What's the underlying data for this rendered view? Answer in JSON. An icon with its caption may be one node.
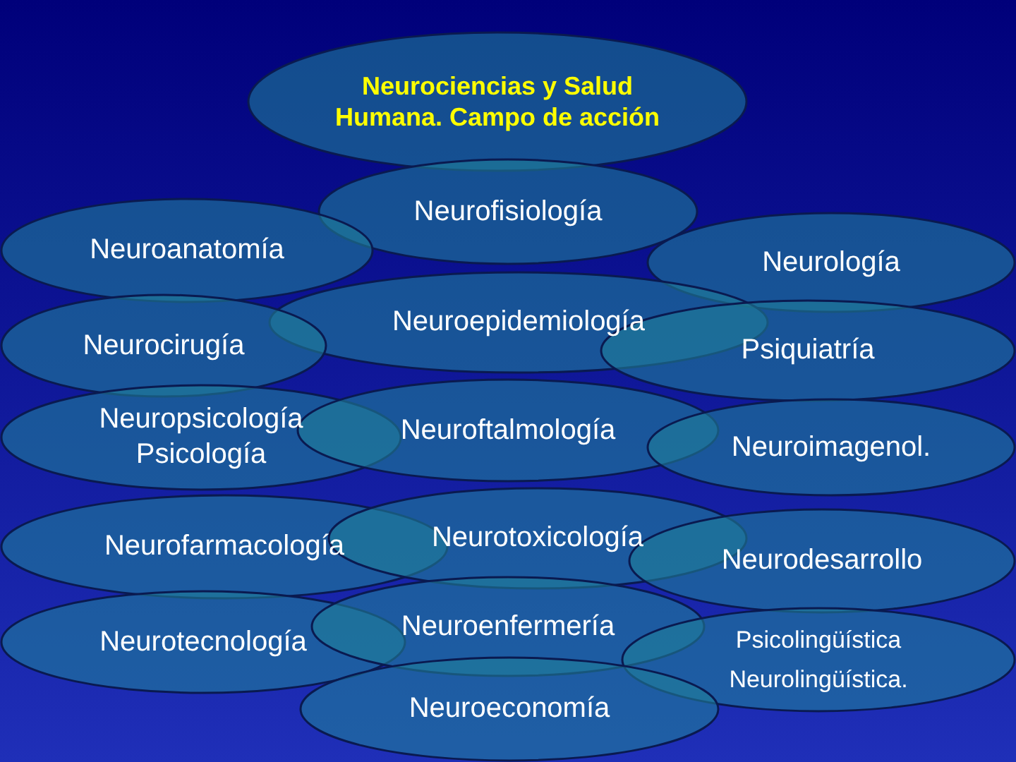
{
  "diagram": {
    "nodes": [
      {
        "text": [
          "Neurociencias y Salud Humana. Campo de acción"
        ]
      },
      {
        "text": [
          "Neurofisiología"
        ]
      },
      {
        "text": [
          "Neuroanatomía"
        ]
      },
      {
        "text": [
          "Neurología"
        ]
      },
      {
        "text": [
          "Neuroepidemiología"
        ]
      },
      {
        "text": [
          "Neurocirugía"
        ]
      },
      {
        "text": [
          "Psiquiatría"
        ]
      },
      {
        "text": [
          "Neuropsicología",
          "Psicología"
        ]
      },
      {
        "text": [
          "Neuroftalmología"
        ]
      },
      {
        "text": [
          "Neuroimagenol."
        ]
      },
      {
        "text": [
          "Neurofarmacología"
        ]
      },
      {
        "text": [
          "Neurotoxicología"
        ]
      },
      {
        "text": [
          "Neurodesarrollo"
        ]
      },
      {
        "text": [
          "Neurotecnología"
        ]
      },
      {
        "text": [
          "Neuroenfermería"
        ]
      },
      {
        "text": [
          "Psicolingüística",
          "Neurolingüística."
        ]
      },
      {
        "text": [
          "Neuroeconomía"
        ]
      }
    ]
  }
}
